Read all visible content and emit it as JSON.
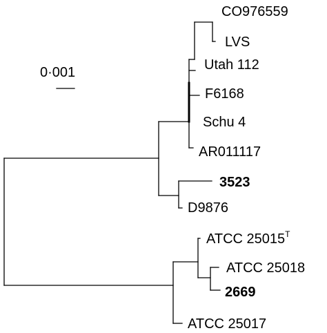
{
  "scale_bar": {
    "label": "0·001"
  },
  "taxa": [
    {
      "label": "CO976559",
      "bold": false
    },
    {
      "label": "LVS",
      "bold": false
    },
    {
      "label": "Utah 112",
      "bold": false
    },
    {
      "label": "F6168",
      "bold": false
    },
    {
      "label": "Schu 4",
      "bold": false
    },
    {
      "label": "AR011117",
      "bold": false
    },
    {
      "label": "3523",
      "bold": true
    },
    {
      "label": "D9876",
      "bold": false
    },
    {
      "label": "ATCC 25015",
      "superscript": "T",
      "bold": false
    },
    {
      "label": "ATCC 25018",
      "bold": false
    },
    {
      "label": "2669",
      "bold": true
    },
    {
      "label": "ATCC 25017",
      "bold": false
    }
  ]
}
